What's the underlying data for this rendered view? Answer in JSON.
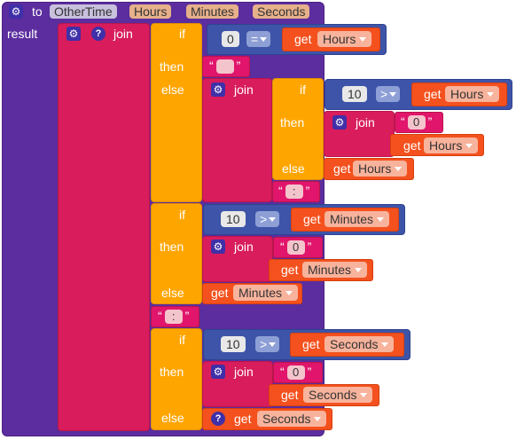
{
  "procedure": {
    "to_label": "to",
    "name": "OtherTime",
    "params": [
      "Hours",
      "Minutes",
      "Seconds"
    ],
    "result_label": "result"
  },
  "labels": {
    "join": "join",
    "if": "if",
    "then": "then",
    "else": "else",
    "get": "get"
  },
  "hours_block": {
    "cond1_left": "0",
    "cond1_op": "=",
    "cond1_var": "Hours",
    "then_text": "",
    "cond2_left": "10",
    "cond2_op": ">",
    "cond2_var": "Hours",
    "pad": "0",
    "get_hours": "Hours",
    "else_hours": "Hours",
    "sep": ":"
  },
  "minutes_block": {
    "cond_left": "10",
    "cond_op": ">",
    "cond_var": "Minutes",
    "pad": "0",
    "get_minutes": "Minutes",
    "else_minutes": "Minutes"
  },
  "sep2": ":",
  "seconds_block": {
    "cond_left": "10",
    "cond_op": ">",
    "cond_var": "Seconds",
    "pad": "0",
    "get_seconds": "Seconds",
    "else_seconds": "Seconds"
  },
  "icons": [
    "gear-icon",
    "question-icon"
  ]
}
